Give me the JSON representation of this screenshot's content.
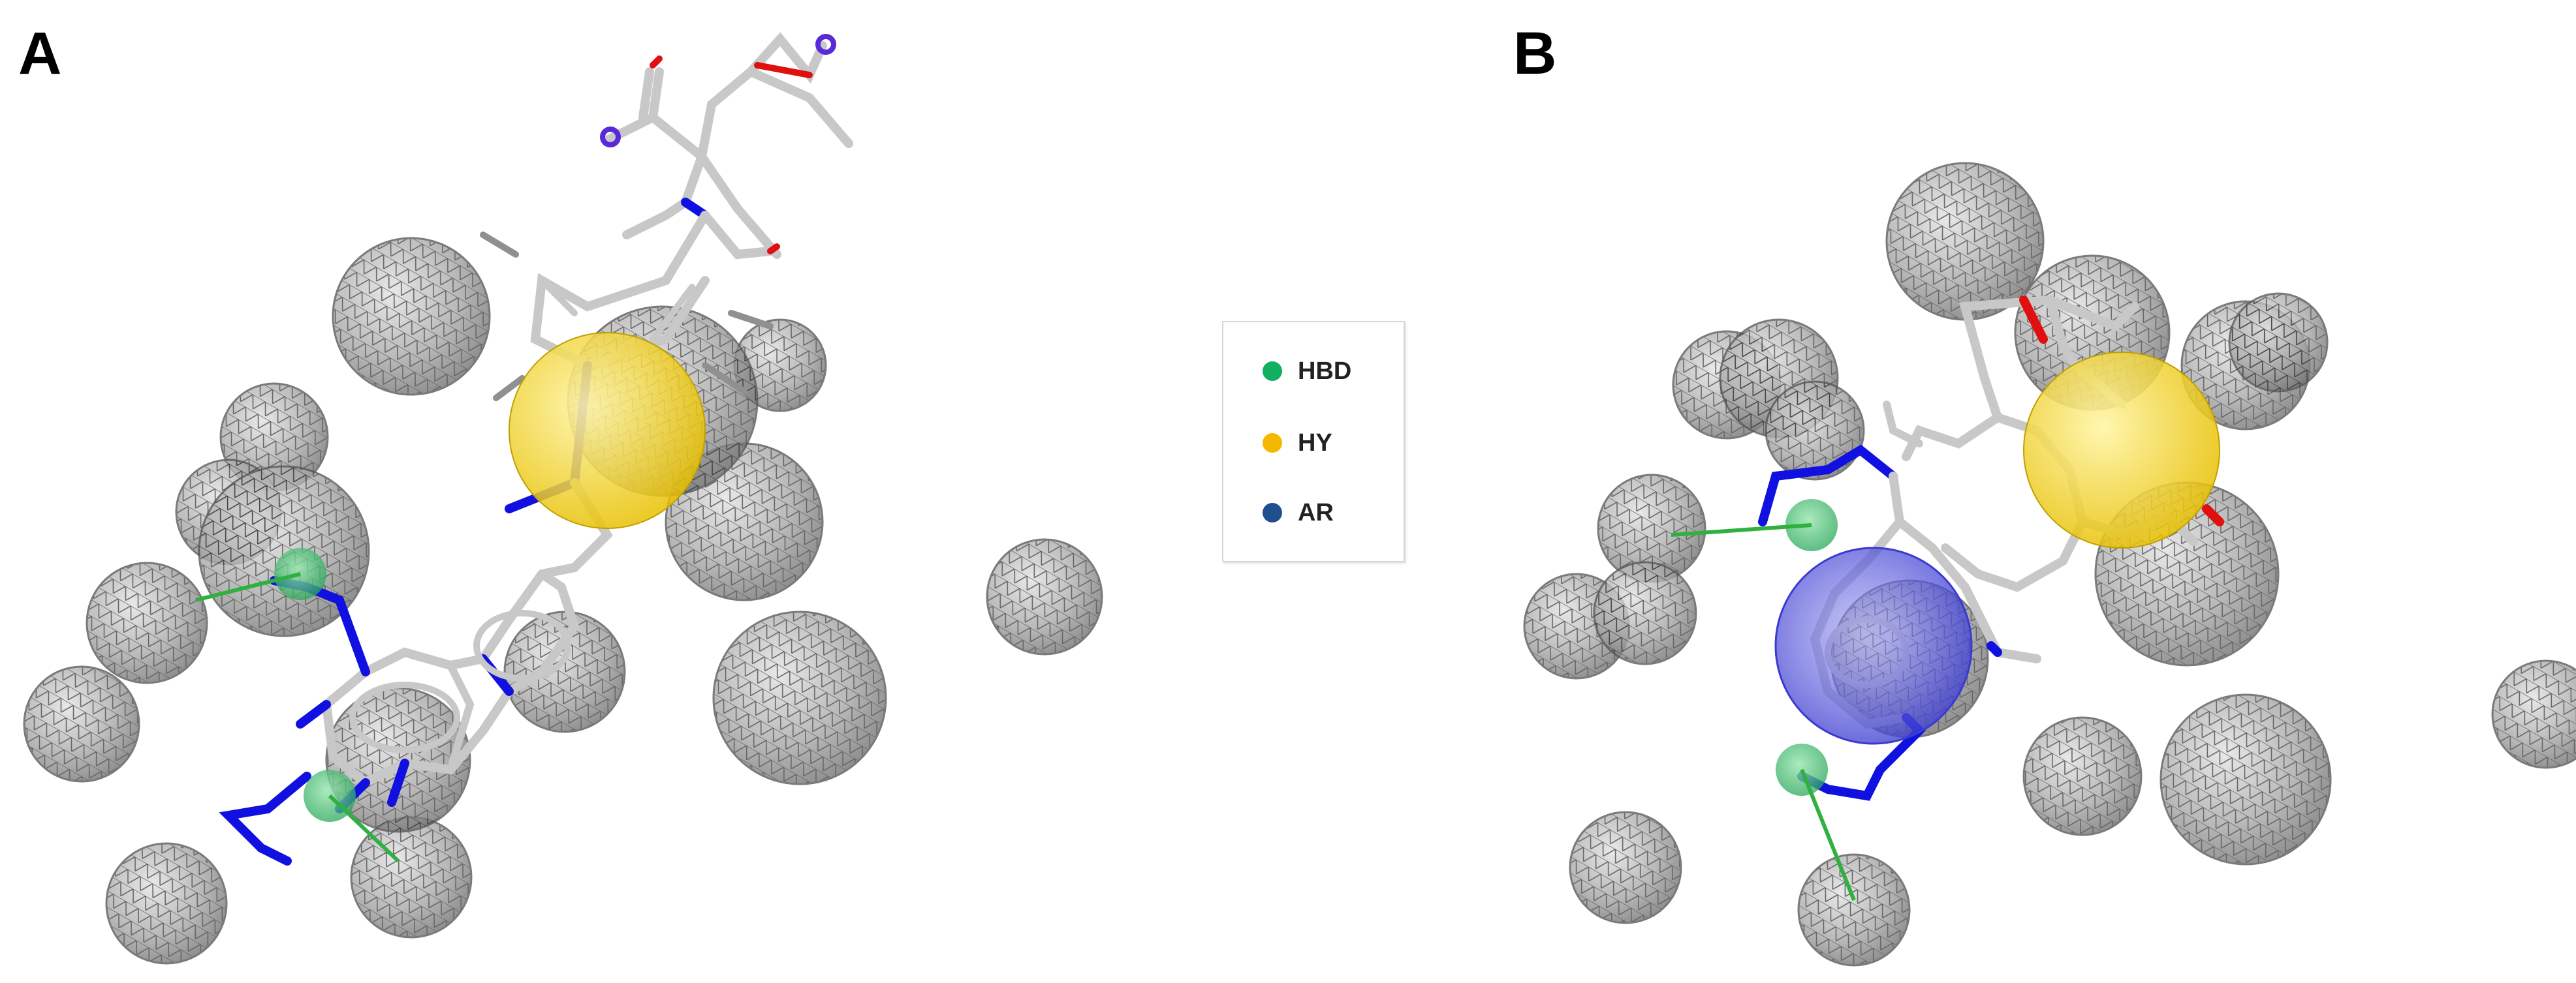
{
  "panels": {
    "a": {
      "label": "A"
    },
    "b": {
      "label": "B"
    }
  },
  "legend": {
    "items": [
      {
        "label": "HBD",
        "color": "#10b060"
      },
      {
        "label": "HY",
        "color": "#f5b800"
      },
      {
        "label": "AR",
        "color": "#1f4f8f"
      }
    ]
  },
  "colors": {
    "carbon": "#c4c4c4",
    "nitrogen": "#1010e0",
    "oxygen": "#e01010",
    "terminal_atom": "#5a2ad8",
    "exclusion_sphere": "#909090",
    "hbd_feature": "#3ac46a",
    "hy_feature": "#f0d020",
    "ar_feature": "#4a4ad8"
  }
}
